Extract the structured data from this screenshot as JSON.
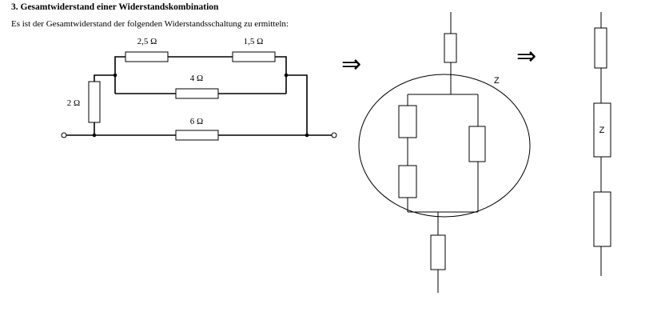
{
  "heading": "3. Gesamtwiderstand einer Widerstandskombination",
  "intro": "Es ist der Gesamtwiderstand der folgenden Widerstandsschaltung zu ermitteln:",
  "circuit": {
    "r_top_left": "2,5 Ω",
    "r_top_right": "1,5 Ω",
    "r_middle": "4 Ω",
    "r_left": "2 Ω",
    "r_bottom": "6 Ω"
  },
  "arrows": {
    "first": "⇒",
    "second": "⇒"
  },
  "z_labels": {
    "circle": "Z",
    "box": "Z"
  }
}
